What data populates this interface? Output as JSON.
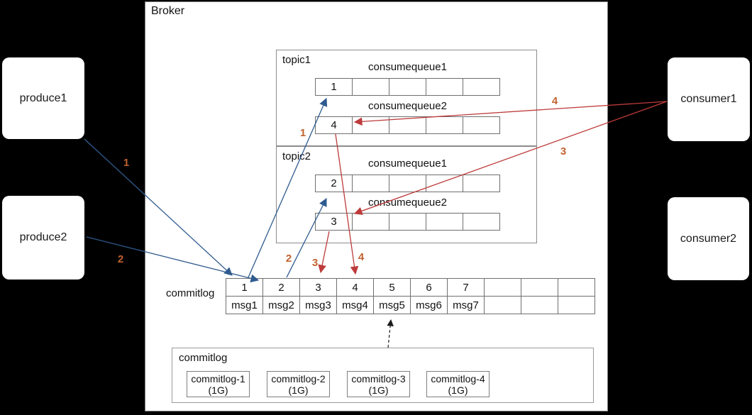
{
  "colors": {
    "blue": "#2F5B8F",
    "red": "#BE3B3B",
    "orange": "#C1622E",
    "black": "#1a1a1a"
  },
  "broker": {
    "title": "Broker"
  },
  "producers": [
    {
      "label": "produce1"
    },
    {
      "label": "produce2"
    }
  ],
  "consumers": [
    {
      "label": "consumer1"
    },
    {
      "label": "consumer2"
    }
  ],
  "topics": [
    {
      "title": "topic1",
      "queues": [
        {
          "label": "consumequeue1",
          "first_cell": "1"
        },
        {
          "label": "consumequeue2",
          "first_cell": "4"
        }
      ]
    },
    {
      "title": "topic2",
      "queues": [
        {
          "label": "consumequeue1",
          "first_cell": "2"
        },
        {
          "label": "consumequeue2",
          "first_cell": "3"
        }
      ]
    }
  ],
  "commitlog_table": {
    "label": "commitlog",
    "offsets": [
      "1",
      "2",
      "3",
      "4",
      "5",
      "6",
      "7",
      "",
      "",
      ""
    ],
    "messages": [
      "msg1",
      "msg2",
      "msg3",
      "msg4",
      "msg5",
      "msg6",
      "msg7",
      "",
      "",
      ""
    ]
  },
  "commitlog_files": {
    "label": "commitlog",
    "files": [
      {
        "name": "commitlog-1",
        "size": "(1G)"
      },
      {
        "name": "commitlog-2",
        "size": "(1G)"
      },
      {
        "name": "commitlog-3",
        "size": "(1G)"
      },
      {
        "name": "commitlog-4",
        "size": "(1G)"
      }
    ]
  },
  "arrow_labels": [
    "1",
    "2",
    "1",
    "2",
    "3",
    "4",
    "4",
    "3"
  ]
}
